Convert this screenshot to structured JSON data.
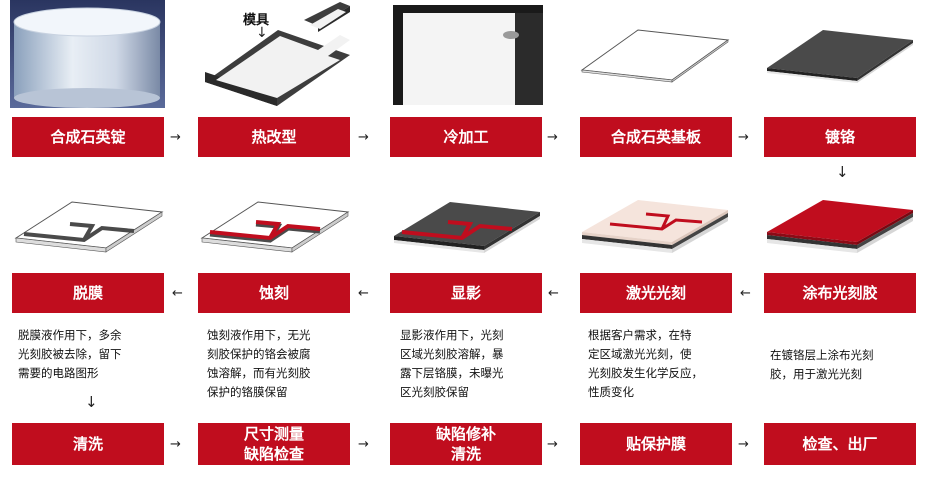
{
  "row1": {
    "s1": "合成石英锭",
    "s2": "热改型",
    "s3": "冷加工",
    "s4": "合成石英基板",
    "s5": "镀铬"
  },
  "row2": {
    "s1": "涂布光刻胶",
    "s2": "激光光刻",
    "s3": "显影",
    "s4": "蚀刻",
    "s5": "脱膜"
  },
  "row3": {
    "s1": [
      "清洗"
    ],
    "s2": [
      "尺寸测量",
      "缺陷检查"
    ],
    "s3": [
      "缺陷修补",
      "清洗"
    ],
    "s4": [
      "贴保护膜"
    ],
    "s5": [
      "检查、出厂"
    ]
  },
  "descriptions": {
    "strip": "脱膜液作用下，多余\n光刻胶被去除，留下\n需要的电路图形",
    "etch": "蚀刻液作用下，无光\n刻胶保护的铬会被腐\n蚀溶解，而有光刻胶\n保护的铬膜保留",
    "develop": "显影液作用下，光刻\n区域光刻胶溶解，暴\n露下层铬膜，未曝光\n区光刻胶保留",
    "laser": "根据客户需求，在特\n定区域激光光刻，使\n光刻胶发生化学反应，\n性质变化",
    "coat": "在镀铬层上涂布光刻\n胶，用于激光光刻"
  },
  "mold_label": "模具",
  "colors": {
    "accent": "#c00d1e",
    "chrome": "#4a4a4a",
    "resist": "#c00d1e",
    "resist_light": "#f5e4dc"
  }
}
